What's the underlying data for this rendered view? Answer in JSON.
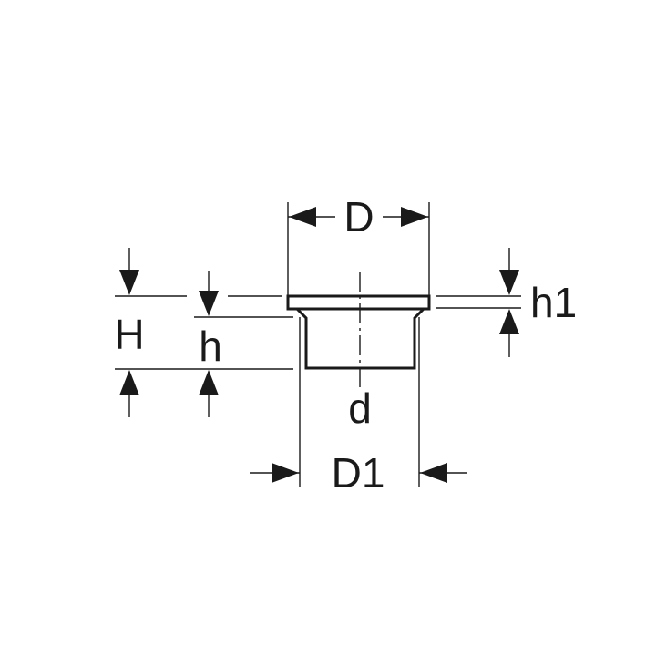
{
  "diagram": {
    "labels": {
      "D": "D",
      "D1": "D1",
      "d": "d",
      "H": "H",
      "h": "h",
      "h1": "h1"
    },
    "colors": {
      "ink": "#1a1a1a",
      "background": "#ffffff"
    }
  }
}
